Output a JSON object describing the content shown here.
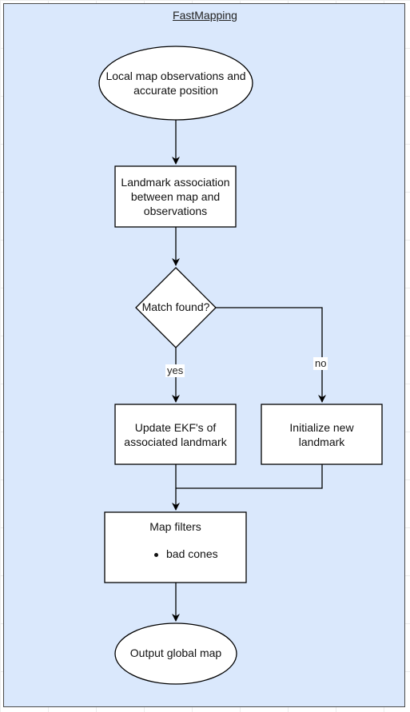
{
  "diagram": {
    "title": "FastMapping",
    "nodes": {
      "start": {
        "label": "Local map observations and accurate position",
        "shape": "ellipse"
      },
      "association": {
        "label": "Landmark association between map and observations",
        "shape": "rectangle"
      },
      "decision": {
        "label": "Match found?",
        "shape": "diamond"
      },
      "update": {
        "label": "Update EKF's of associated landmark",
        "shape": "rectangle"
      },
      "init": {
        "label": "Initialize new landmark",
        "shape": "rectangle"
      },
      "filters": {
        "label": "Map filters",
        "items": [
          "bad cones"
        ],
        "shape": "rectangle"
      },
      "output": {
        "label": "Output global map",
        "shape": "ellipse"
      }
    },
    "edges": [
      {
        "from": "start",
        "to": "association",
        "label": ""
      },
      {
        "from": "association",
        "to": "decision",
        "label": ""
      },
      {
        "from": "decision",
        "to": "update",
        "label": "yes"
      },
      {
        "from": "decision",
        "to": "init",
        "label": "no"
      },
      {
        "from": "update",
        "to": "filters",
        "label": ""
      },
      {
        "from": "init",
        "to": "filters",
        "label": ""
      },
      {
        "from": "filters",
        "to": "output",
        "label": ""
      }
    ],
    "colors": {
      "container_fill": "#dae8fc",
      "node_fill": "#ffffff",
      "stroke": "#000000"
    }
  }
}
